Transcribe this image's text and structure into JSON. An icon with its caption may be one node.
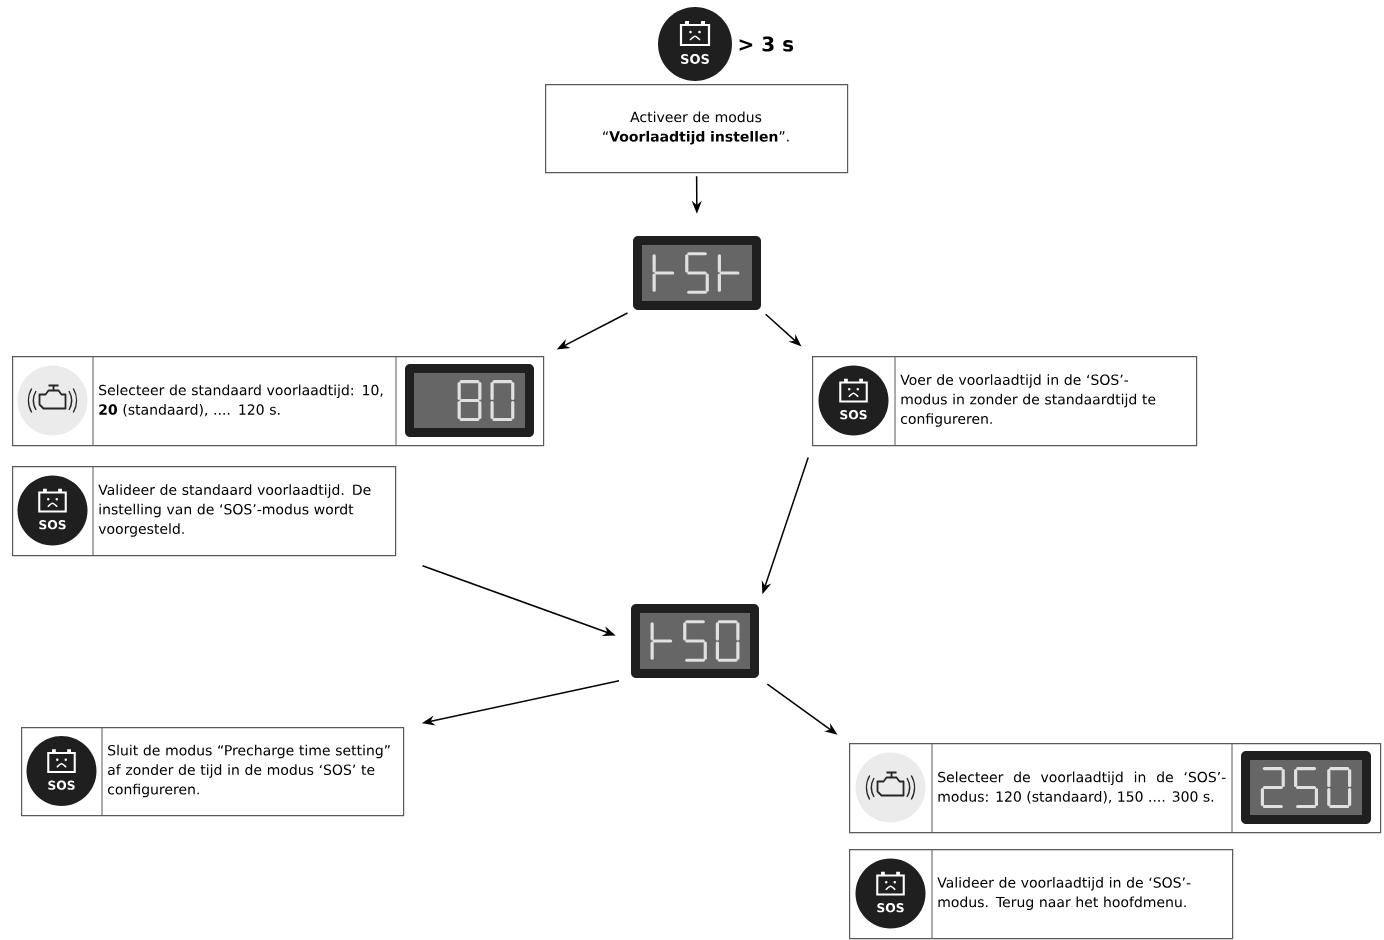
{
  "diagram": {
    "nodes": [
      {
        "text": [
          "SOS"
        ],
        "beside": [
          "> 3 s"
        ]
      },
      {
        "text": [
          "Activeer de modus “**Voorlaadtijd instellen**”."
        ]
      },
      {
        "text": [],
        "shape": "display"
      },
      {
        "text": [
          "Selecteer de standaard voorlaadtijd: 10, **20** (standaard), .... 120 s."
        ]
      },
      {
        "text": [
          "SOS",
          "Valideer de standaard voorlaadtijd. De instelling van de ‘SOS’-modus wordt voorgesteld."
        ]
      },
      {
        "text": [
          "SOS",
          "Voer de voorlaadtijd in de ‘SOS’-modus in zonder de standaardtijd te configureren."
        ]
      },
      {
        "text": [],
        "shape": "display"
      },
      {
        "text": [
          "SOS",
          "Sluit de modus “Precharge time setting” af zonder de tijd in de modus ‘SOS’ te configureren."
        ]
      },
      {
        "text": [
          "Selecteer de voorlaadtijd in de ‘SOS’-modus: 120 (standaard), 150 .... 300 s."
        ]
      },
      {
        "text": [
          "SOS",
          "Valideer de voorlaadtijd in de ‘SOS’-modus. Terug naar het hoofdmenu."
        ]
      }
    ],
    "edges": [
      {
        "from": 1,
        "to": 2,
        "arrow": "to"
      },
      {
        "from": 2,
        "to": 3,
        "arrow": "to"
      },
      {
        "from": 2,
        "to": 5,
        "arrow": "to"
      },
      {
        "from": 4,
        "to": 6,
        "arrow": "to"
      },
      {
        "from": 5,
        "to": 6,
        "arrow": "to"
      },
      {
        "from": 6,
        "to": 7,
        "arrow": "to"
      },
      {
        "from": 6,
        "to": 8,
        "arrow": "to"
      }
    ]
  }
}
